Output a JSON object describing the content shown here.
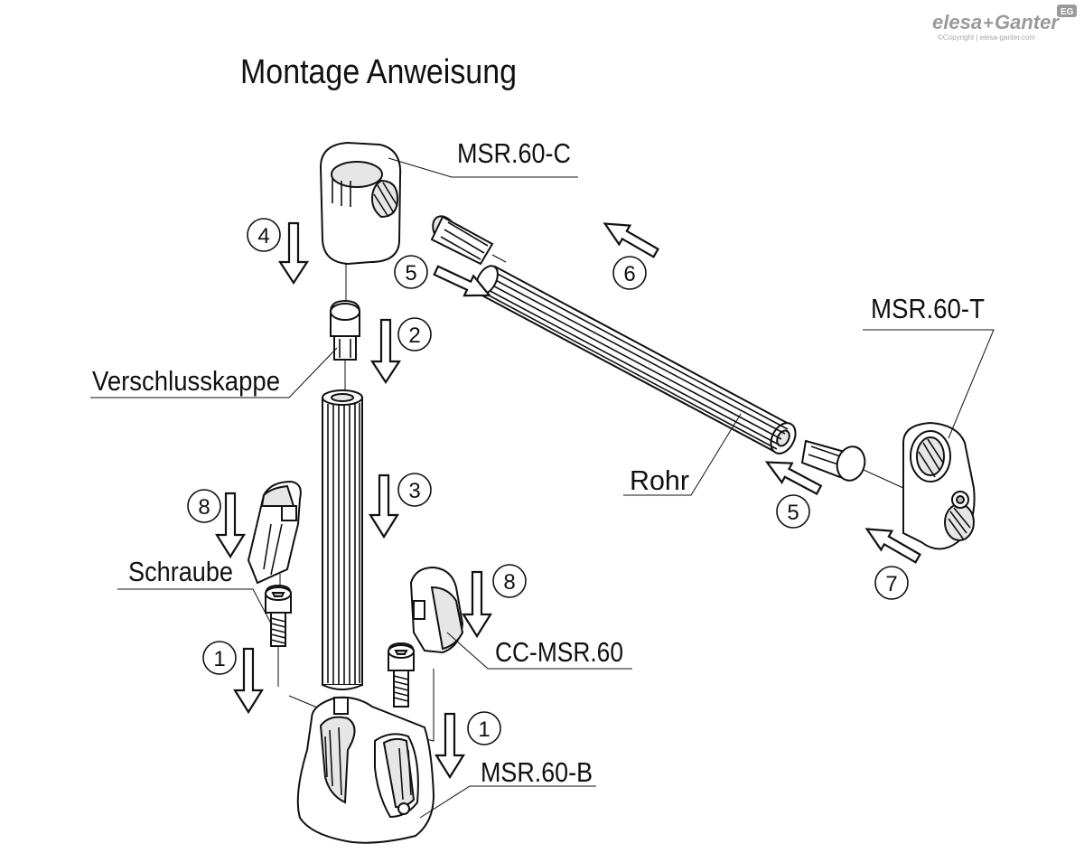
{
  "logo": {
    "brand_left": "elesa",
    "brand_plus": "+",
    "brand_right": "Ganter",
    "badge": "EG",
    "copyright": "©Copyright | elesa-ganter.com"
  },
  "title": "Montage Anweisung",
  "labels": {
    "msr60c": "MSR.60-C",
    "msr60t": "MSR.60-T",
    "verschlusskappe": "Verschlusskappe",
    "rohr": "Rohr",
    "schraube": "Schraube",
    "ccmsr60": "CC-MSR.60",
    "msr60b": "MSR.60-B"
  },
  "steps": {
    "s1a": "1",
    "s1b": "1",
    "s2": "2",
    "s3": "3",
    "s4": "4",
    "s5a": "5",
    "s5b": "5",
    "s6": "6",
    "s7": "7",
    "s8a": "8",
    "s8b": "8"
  },
  "colors": {
    "line": "#111111",
    "logo_gray": "#9a9a9a",
    "part_shade": "#e6e6e6"
  }
}
